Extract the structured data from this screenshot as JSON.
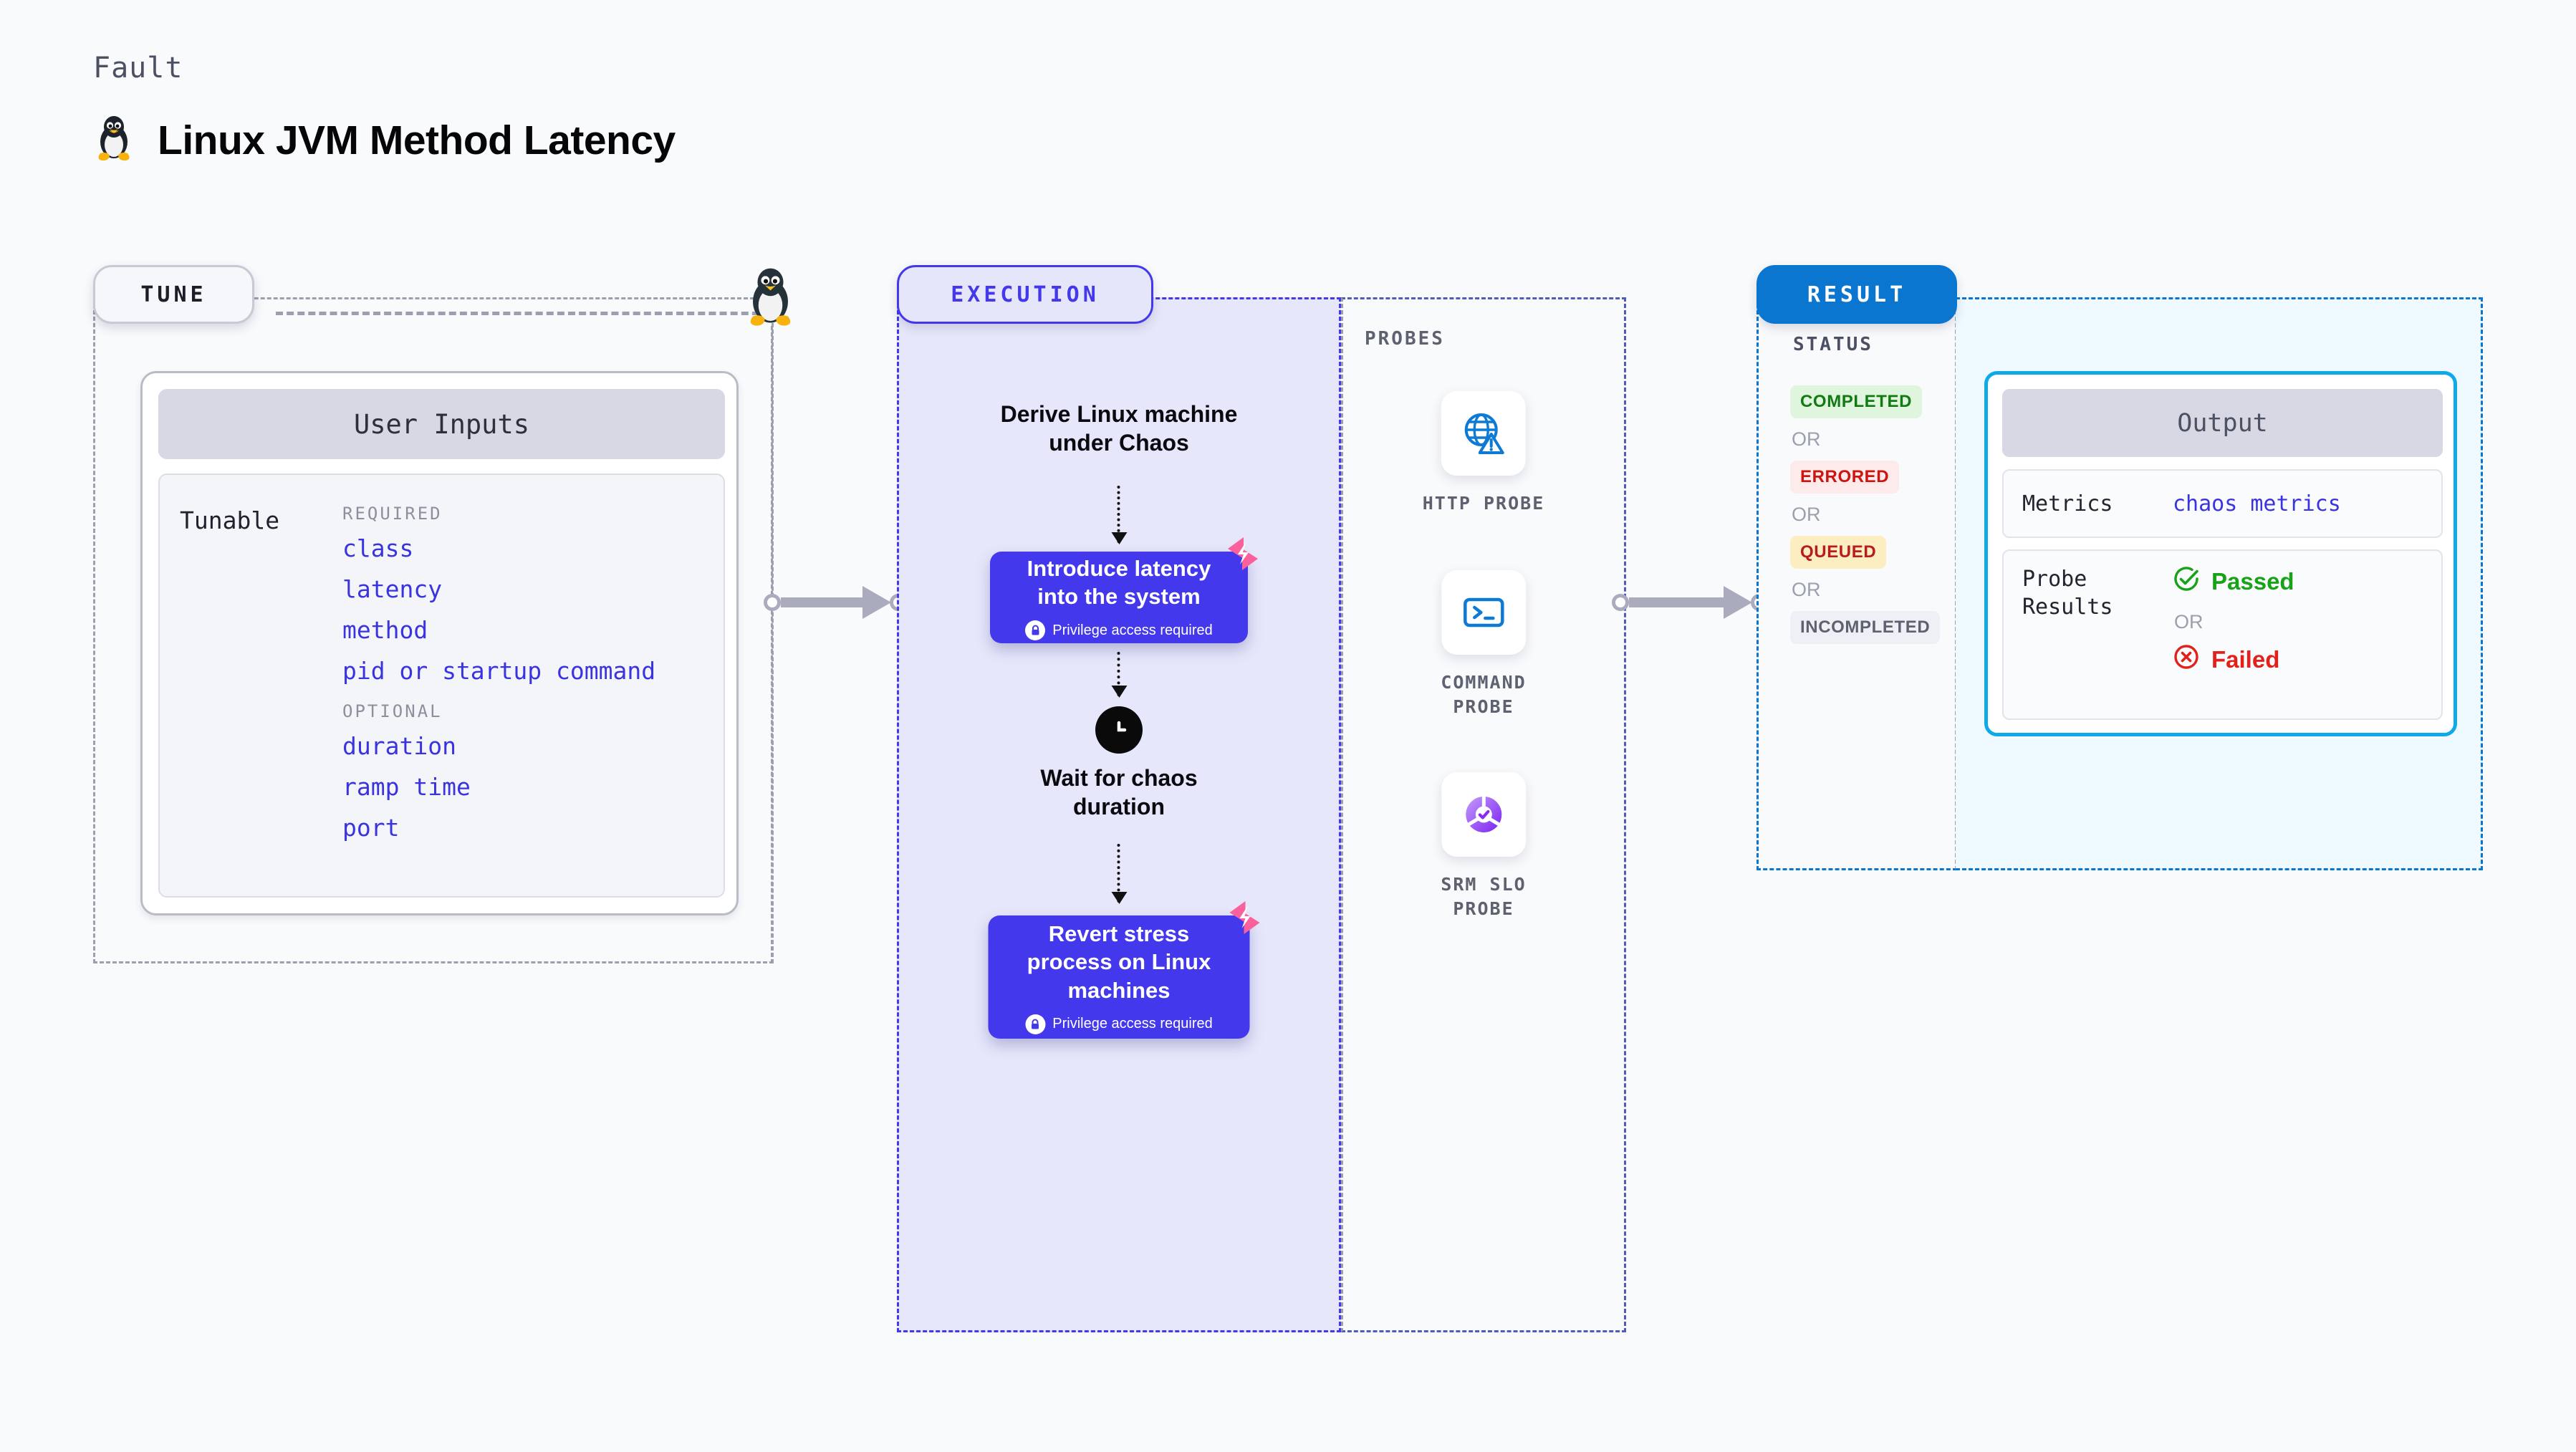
{
  "header": {
    "kicker": "Fault",
    "title": "Linux JVM Method Latency",
    "icon": "linux-penguin-icon"
  },
  "tune": {
    "pill_label": "TUNE",
    "card_title": "User Inputs",
    "tunable_label": "Tunable",
    "groups": [
      {
        "label": "REQUIRED",
        "fields": [
          "class",
          "latency",
          "method",
          "pid or startup command"
        ]
      },
      {
        "label": "OPTIONAL",
        "fields": [
          "duration",
          "ramp time",
          "port"
        ]
      }
    ]
  },
  "execution": {
    "pill_label": "EXECUTION",
    "intro_text": "Derive Linux machine\nunder Chaos",
    "steps": [
      {
        "title": "Introduce latency\ninto the system",
        "privilege_note": "Privilege access required",
        "badge": "chaos-bolt-badge-icon",
        "lock_icon": "lock-icon"
      },
      {
        "title": "Revert stress\nprocess on Linux\nmachines",
        "privilege_note": "Privilege access required",
        "badge": "chaos-bolt-badge-icon",
        "lock_icon": "lock-icon"
      }
    ],
    "wait_step": {
      "icon": "clock-icon",
      "label": "Wait for chaos\nduration"
    }
  },
  "probes": {
    "section_label": "PROBES",
    "items": [
      {
        "name": "HTTP  PROBE",
        "icon": "globe-warning-icon"
      },
      {
        "name": "COMMAND\nPROBE",
        "icon": "terminal-prompt-icon"
      },
      {
        "name": "SRM  SLO\nPROBE",
        "icon": "slo-donut-check-icon"
      }
    ]
  },
  "result": {
    "pill_label": "RESULT",
    "status_label": "STATUS",
    "or_label": "OR",
    "statuses": [
      {
        "text": "COMPLETED",
        "color": "#127a12",
        "bg": "#dff5dd"
      },
      {
        "text": "ERRORED",
        "color": "#cc1411",
        "bg": "#fdeaea"
      },
      {
        "text": "QUEUED",
        "color": "#b91c1c",
        "bg": "#fdeec2"
      },
      {
        "text": "INCOMPLETED",
        "color": "#5d6170",
        "bg": "#eff0f5"
      }
    ],
    "output": {
      "title": "Output",
      "metrics_key": "Metrics",
      "metrics_value": "chaos metrics",
      "probe_results_key": "Probe\nResults",
      "passed_label": "Passed",
      "failed_label": "Failed",
      "or_label": "OR",
      "passed_icon": "check-circle-icon",
      "failed_icon": "x-circle-icon"
    }
  },
  "colors": {
    "accent_purple": "#4338ec",
    "accent_blue": "#0b76d0",
    "accent_cyan": "#0fa8e8",
    "badge_pink": "#f9609c",
    "muted": "#9aa0ad",
    "link": "#3a33e0"
  }
}
